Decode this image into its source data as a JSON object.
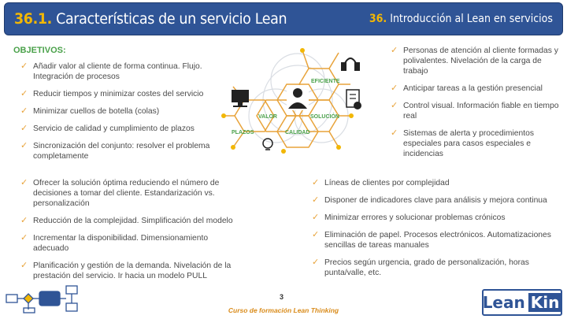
{
  "header": {
    "section_number": "36.1.",
    "title": "Características de un servicio Lean",
    "right_number": "36.",
    "right_title": "Introducción al Lean en servicios"
  },
  "objectives_title": "OBJETIVOS:",
  "left_items": [
    "Añadir valor al cliente de forma continua. Flujo. Integración de procesos",
    "Reducir tiempos y minimizar costes del servicio",
    "Minimizar cuellos de botella (colas)",
    "Servicio de calidad y cumplimiento de plazos",
    "Sincronización del conjunto: resolver el problema completamente",
    "Ofrecer la solución óptima reduciendo el número de decisiones a tomar del cliente. Estandarización vs. personalización",
    "Reducción de la complejidad. Simplificación del modelo",
    "Incrementar la disponibilidad. Dimensionamiento adecuado",
    "Planificación y gestión de la demanda. Nivelación de la prestación del servicio. Ir hacia un modelo PULL"
  ],
  "right_items": [
    "Personas de atención al cliente formadas y polivalentes. Nivelación de la carga de trabajo",
    "Anticipar tareas a la gestión presencial",
    "Control visual. Información fiable en tiempo real",
    "Sistemas de alerta y procedimientos especiales para casos especiales e incidencias"
  ],
  "bottom_right_items": [
    "Líneas de clientes por complejidad",
    "Disponer de indicadores clave para análisis y mejora continua",
    "Minimizar errores y solucionar problemas crónicos",
    "Eliminación de papel. Procesos electrónicos. Automatizaciones sencillas de tareas manuales",
    "Precios según urgencia, grado de personalización, horas punta/valle, etc."
  ],
  "diagram": {
    "labels": {
      "eficiente": "EFICIENTE",
      "valor": "VALOR",
      "solucion": "SOLUCIÓN",
      "plazos": "PLAZOS",
      "calidad": "CALIDAD"
    }
  },
  "footer": {
    "page_number": "3",
    "course": "Curso de formación Lean Thinking"
  },
  "logo": {
    "part1": "Lean",
    "part2": "Kin"
  },
  "colors": {
    "header_bg": "#2f5496",
    "gold": "#f2b705",
    "check": "#e8a33a",
    "green": "#4aa14a"
  }
}
